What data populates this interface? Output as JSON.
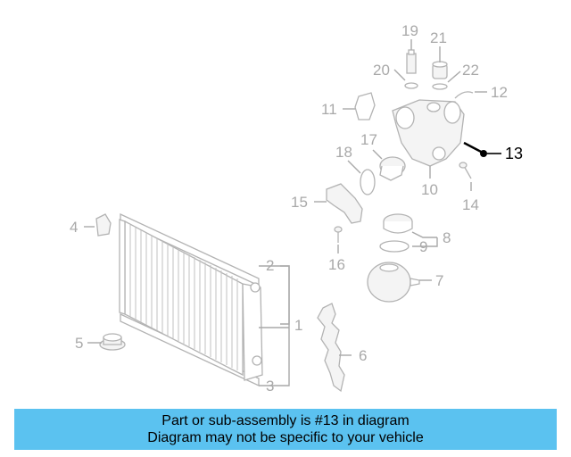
{
  "diagram": {
    "callouts": [
      "1",
      "2",
      "3",
      "4",
      "5",
      "6",
      "7",
      "8",
      "9",
      "10",
      "11",
      "12",
      "13",
      "14",
      "15",
      "16",
      "17",
      "18",
      "19",
      "20",
      "21",
      "22"
    ],
    "highlighted": "13",
    "highlight_color": "#000000",
    "part_color": "#b3b3b3"
  },
  "caption": {
    "line1": "Part or sub-assembly is #13 in diagram",
    "line2": "Diagram may not be specific to your vehicle",
    "background": "#5bc2f0"
  }
}
